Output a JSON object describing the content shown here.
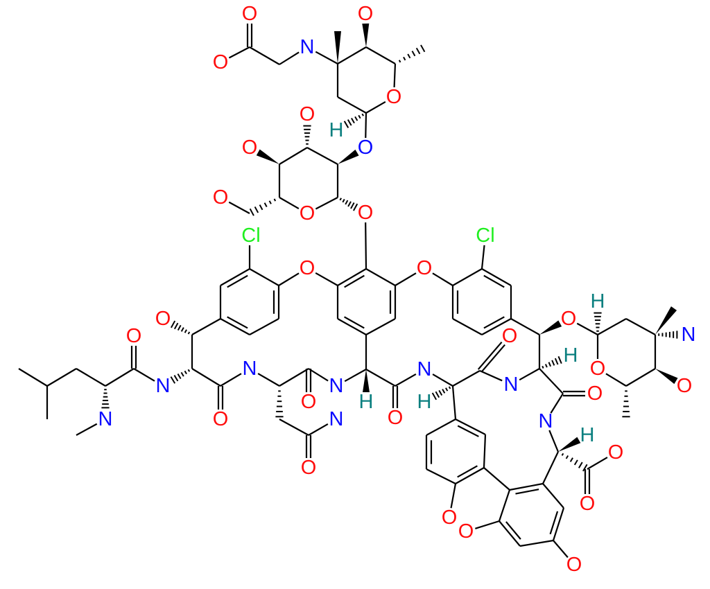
{
  "title": "Glycopeptide structure diagram",
  "colors": {
    "oxygen": "#ff0d0d",
    "nitrogen": "#0a0aff",
    "hydrogen": "#0b7f7f",
    "chlorine": "#1fef1f",
    "bond": "#000000"
  },
  "atoms": [
    "O",
    "O",
    "N",
    "O",
    "O",
    "H",
    "O",
    "O",
    "O",
    "O",
    "O",
    "O",
    "Cl",
    "Cl",
    "O",
    "O",
    "O",
    "O",
    "N",
    "N",
    "O",
    "N",
    "O",
    "N",
    "N",
    "O",
    "H",
    "O",
    "N",
    "H",
    "O",
    "N",
    "H",
    "O",
    "H",
    "N",
    "O",
    "O",
    "O",
    "N",
    "H",
    "O",
    "O",
    "O",
    "O",
    "O"
  ]
}
